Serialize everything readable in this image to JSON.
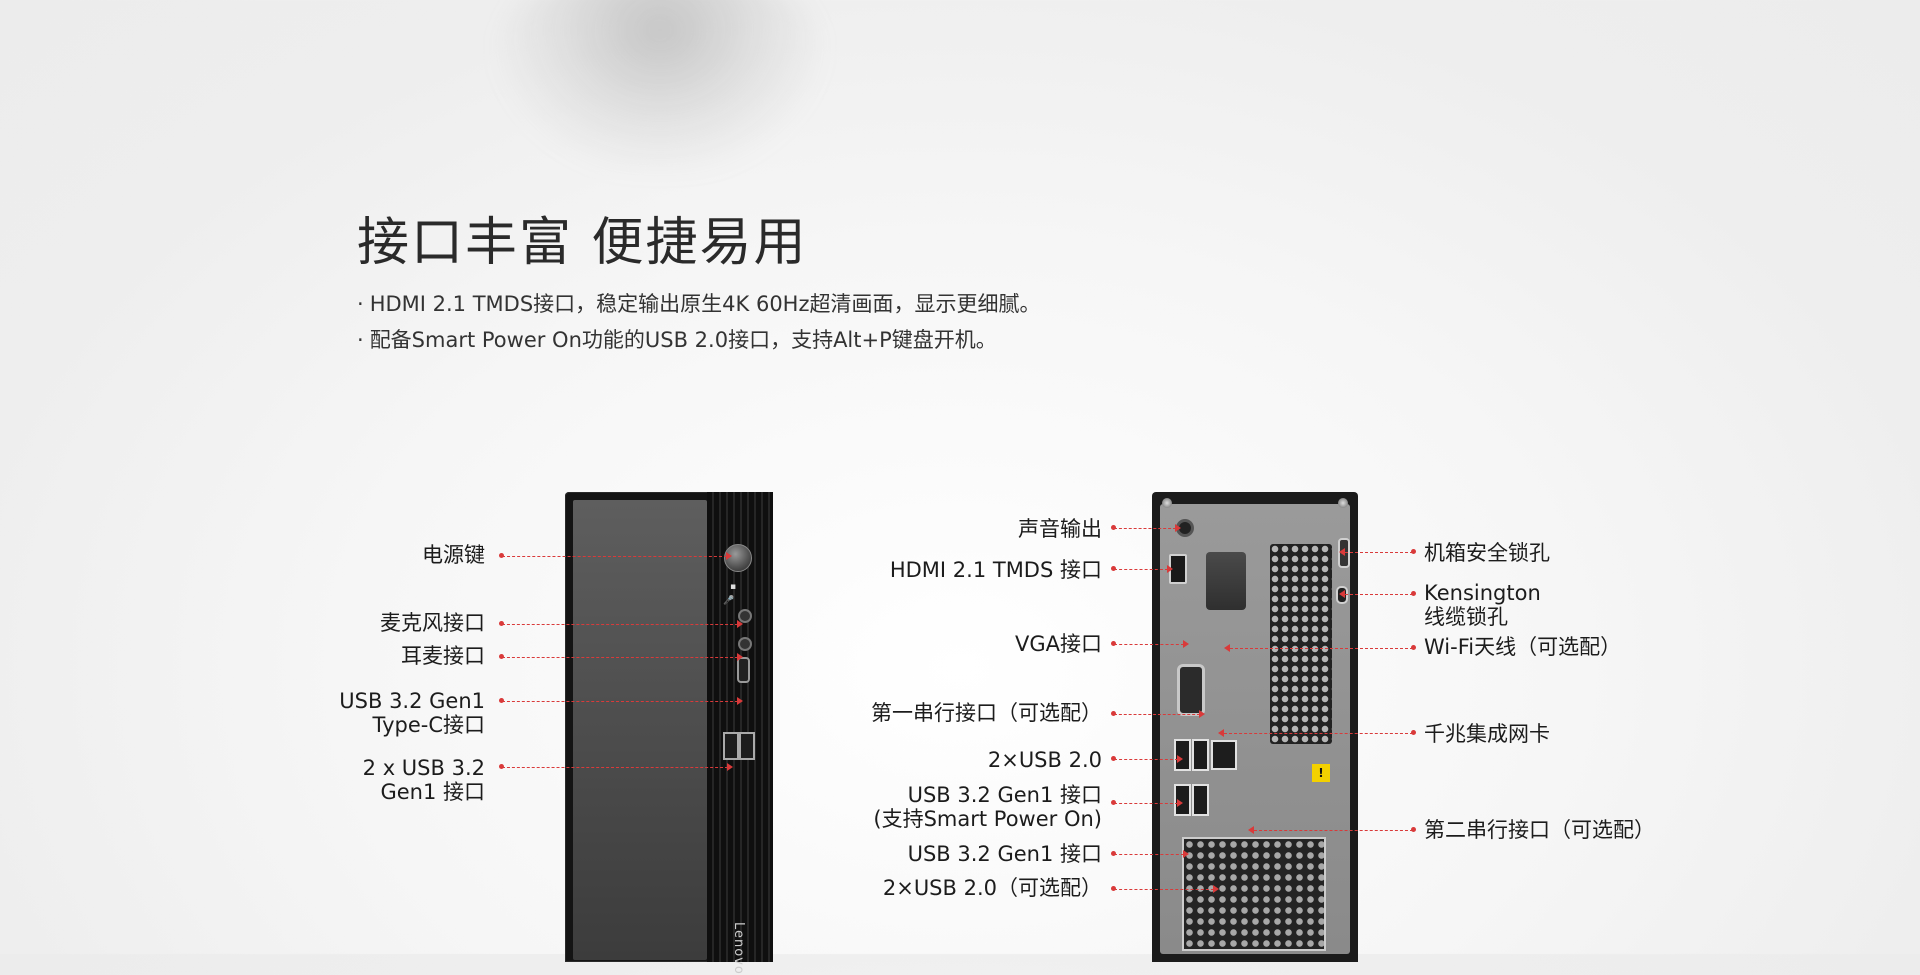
{
  "headline": "接口丰富 便捷易用",
  "bullets": [
    "HDMI 2.1 TMDS接口，稳定输出原生4K 60Hz超清画面，显示更细腻。",
    "配备Smart Power On功能的USB 2.0接口，支持Alt+P键盘开机。"
  ],
  "front_labels": {
    "power_key": "电源键",
    "mic_port": "麦克风接口",
    "headset_port": "耳麦接口",
    "usb_typec_line1": "USB 3.2 Gen1",
    "usb_typec_line2": "Type-C接口",
    "usb_dual_line1": "2 x USB 3.2",
    "usb_dual_line2": "Gen1 接口"
  },
  "rear_left_labels": {
    "audio_out": "声音输出",
    "hdmi": "HDMI 2.1 TMDS 接口",
    "vga": "VGA接口",
    "serial_1": "第一串行接口（可选配）",
    "usb20": "2×USB 2.0",
    "usb32_spo_line1": "USB 3.2 Gen1 接口",
    "usb32_spo_line2": "(支持Smart Power On)",
    "usb32": "USB 3.2 Gen1 接口",
    "usb20_optional": "2×USB 2.0（可选配）"
  },
  "rear_right_labels": {
    "chassis_lock": "机箱安全锁孔",
    "kensington_line1": "Kensington",
    "kensington_line2": "线缆锁孔",
    "wifi_antenna": "Wi-Fi天线（可选配）",
    "gigabit_lan": "千兆集成网卡",
    "serial_2": "第二串行接口（可选配）"
  },
  "brand": "Lenovo",
  "colors": {
    "leader_line": "#d93a3a",
    "headline": "#2a2a2a",
    "warning": "#f3d100"
  }
}
